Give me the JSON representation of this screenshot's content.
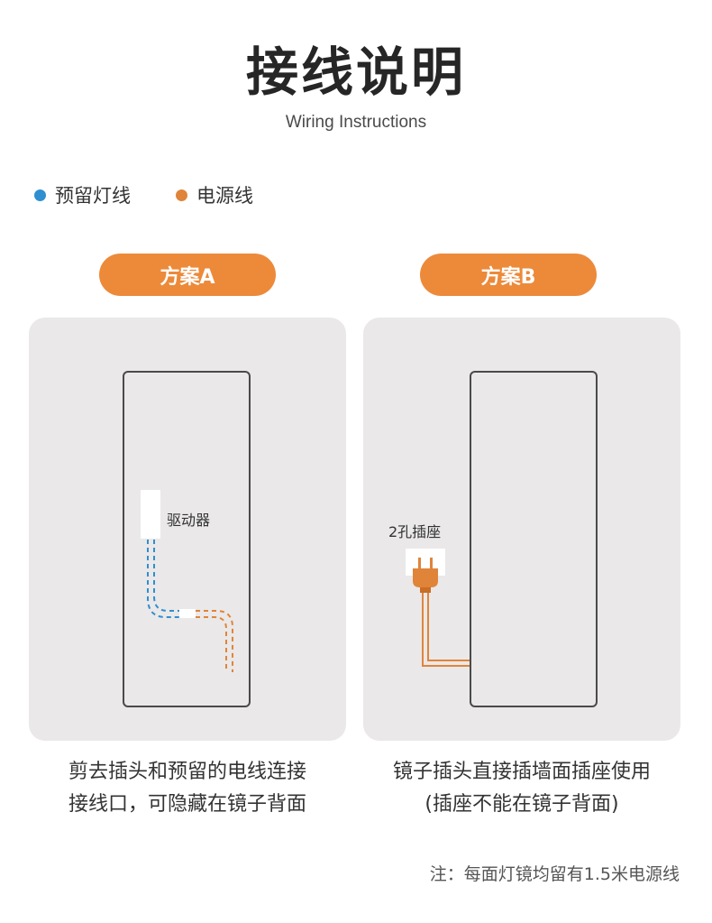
{
  "header": {
    "title": "接线说明",
    "subtitle": "Wiring Instructions"
  },
  "legend": [
    {
      "label": "预留灯线",
      "color": "#2f8fd0"
    },
    {
      "label": "电源线",
      "color": "#e0843a"
    }
  ],
  "plans": [
    {
      "name": "方案A",
      "component_label": "驱动器",
      "caption_lines": [
        "剪去插头和预留的电线连接",
        "接线口，可隐藏在镜子背面"
      ]
    },
    {
      "name": "方案B",
      "component_label": "2孔插座",
      "caption_lines": [
        "镜子插头直接插墙面插座使用",
        "(插座不能在镜子背面)"
      ]
    }
  ],
  "note": "注：每面灯镜均留有1.5米电源线",
  "colors": {
    "accent": "#ec8a3a",
    "panel": "#eae8e8",
    "reserved_wire": "#2f8fd0",
    "power_wire": "#e0843a"
  }
}
